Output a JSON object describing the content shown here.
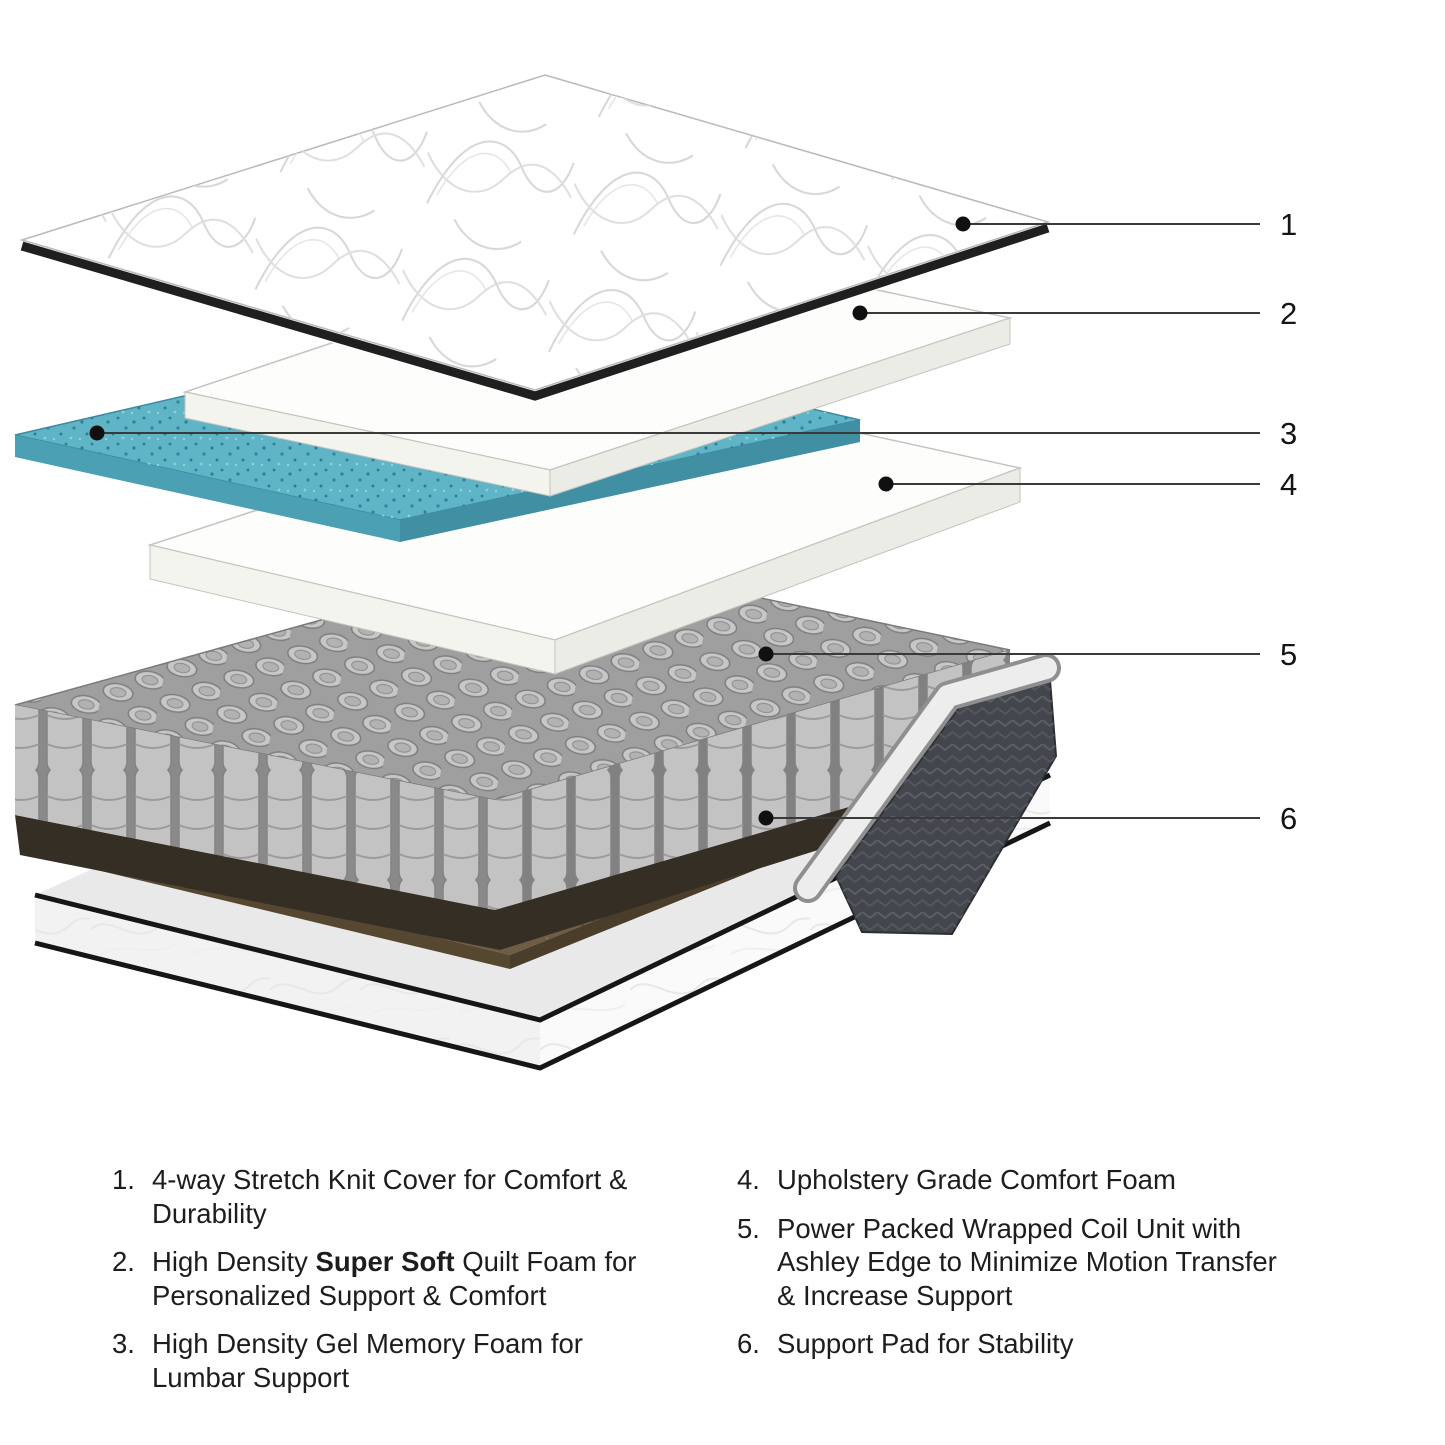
{
  "diagram": {
    "callouts": [
      {
        "label": "1"
      },
      {
        "label": "2"
      },
      {
        "label": "3"
      },
      {
        "label": "4"
      },
      {
        "label": "5"
      },
      {
        "label": "6"
      }
    ],
    "colors": {
      "gel_foam_blue": "#5fb4c6",
      "coil_gray": "#c3c3c3",
      "support_pad_brown": "#6e5c44",
      "edge_fabric_dark": "#43464c",
      "callout_line": "#3a3a3a"
    }
  },
  "legend": {
    "left": [
      {
        "number": "1.",
        "text": "4-way Stretch Knit Cover for Comfort & Durability"
      },
      {
        "number": "2.",
        "pre": "High Density ",
        "bold": "Super Soft",
        "post": " Quilt Foam for Personalized Support & Comfort"
      },
      {
        "number": "3.",
        "text": "High Density Gel Memory Foam for Lumbar Support"
      }
    ],
    "right": [
      {
        "number": "4.",
        "text": "Upholstery Grade Comfort Foam"
      },
      {
        "number": "5.",
        "text": "Power Packed Wrapped Coil Unit with Ashley Edge to Minimize Motion Transfer & Increase Support"
      },
      {
        "number": "6.",
        "text": "Support Pad for Stability"
      }
    ]
  }
}
